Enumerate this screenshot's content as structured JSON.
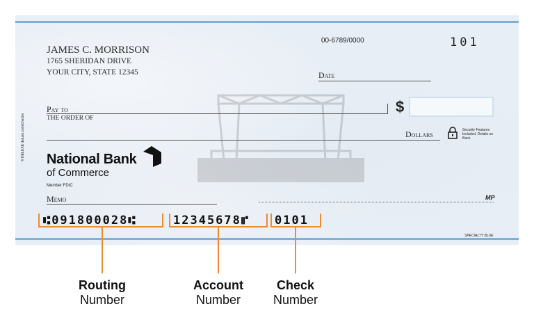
{
  "check": {
    "owner_name": "JAMES C. MORRISON",
    "address_line1": "1765 SHERIDAN DRIVE",
    "address_line2": "YOUR CITY, STATE  12345",
    "fraction_code": "00-6789/0000",
    "check_number": "101",
    "date_label": "Date",
    "pay_to_label": "Pay to",
    "order_of_label": "THE ORDER OF",
    "dollar_sign": "$",
    "dollars_label": "Dollars",
    "security_note": "Security Features Included. Details on Back.",
    "bank_name": "National Bank",
    "bank_name_line2": "of Commerce",
    "member_fdic": "Member FDIC",
    "memo_label": "Memo",
    "mp_mark": "MP",
    "side_text": "© DELUXE  deluxe.com/checks",
    "style_name": "SPECIALTY BLUE",
    "micr": {
      "routing": "⑆091800028⑆",
      "account": "12345678⑈",
      "check": "0101"
    },
    "colors": {
      "accent_band": "#7fb0d8",
      "callout": "#ef8a2e",
      "background": "#e8eef5"
    }
  },
  "callouts": [
    {
      "title": "Routing",
      "subtitle": "Number"
    },
    {
      "title": "Account",
      "subtitle": "Number"
    },
    {
      "title": "Check",
      "subtitle": "Number"
    }
  ]
}
